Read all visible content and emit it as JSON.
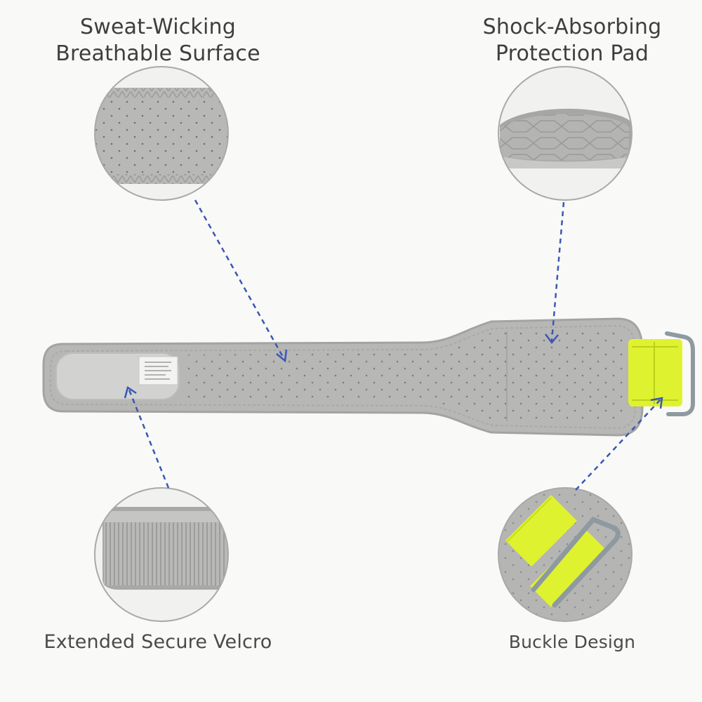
{
  "captions": {
    "top_left": [
      "Sweat-Wicking",
      "Breathable Surface"
    ],
    "top_right": [
      "Shock-Absorbing",
      "Protection Pad"
    ],
    "bottom_left": "Extended Secure Velcro",
    "bottom_right": "Buckle Design"
  },
  "colors": {
    "strap_gray": "#b7b7b5",
    "strap_edge": "#a3a3a1",
    "velcro_lime": "#dff230",
    "arrow_blue": "#3b57b5",
    "circle_border": "#a9a9a9",
    "background": "#f9f9f7"
  }
}
